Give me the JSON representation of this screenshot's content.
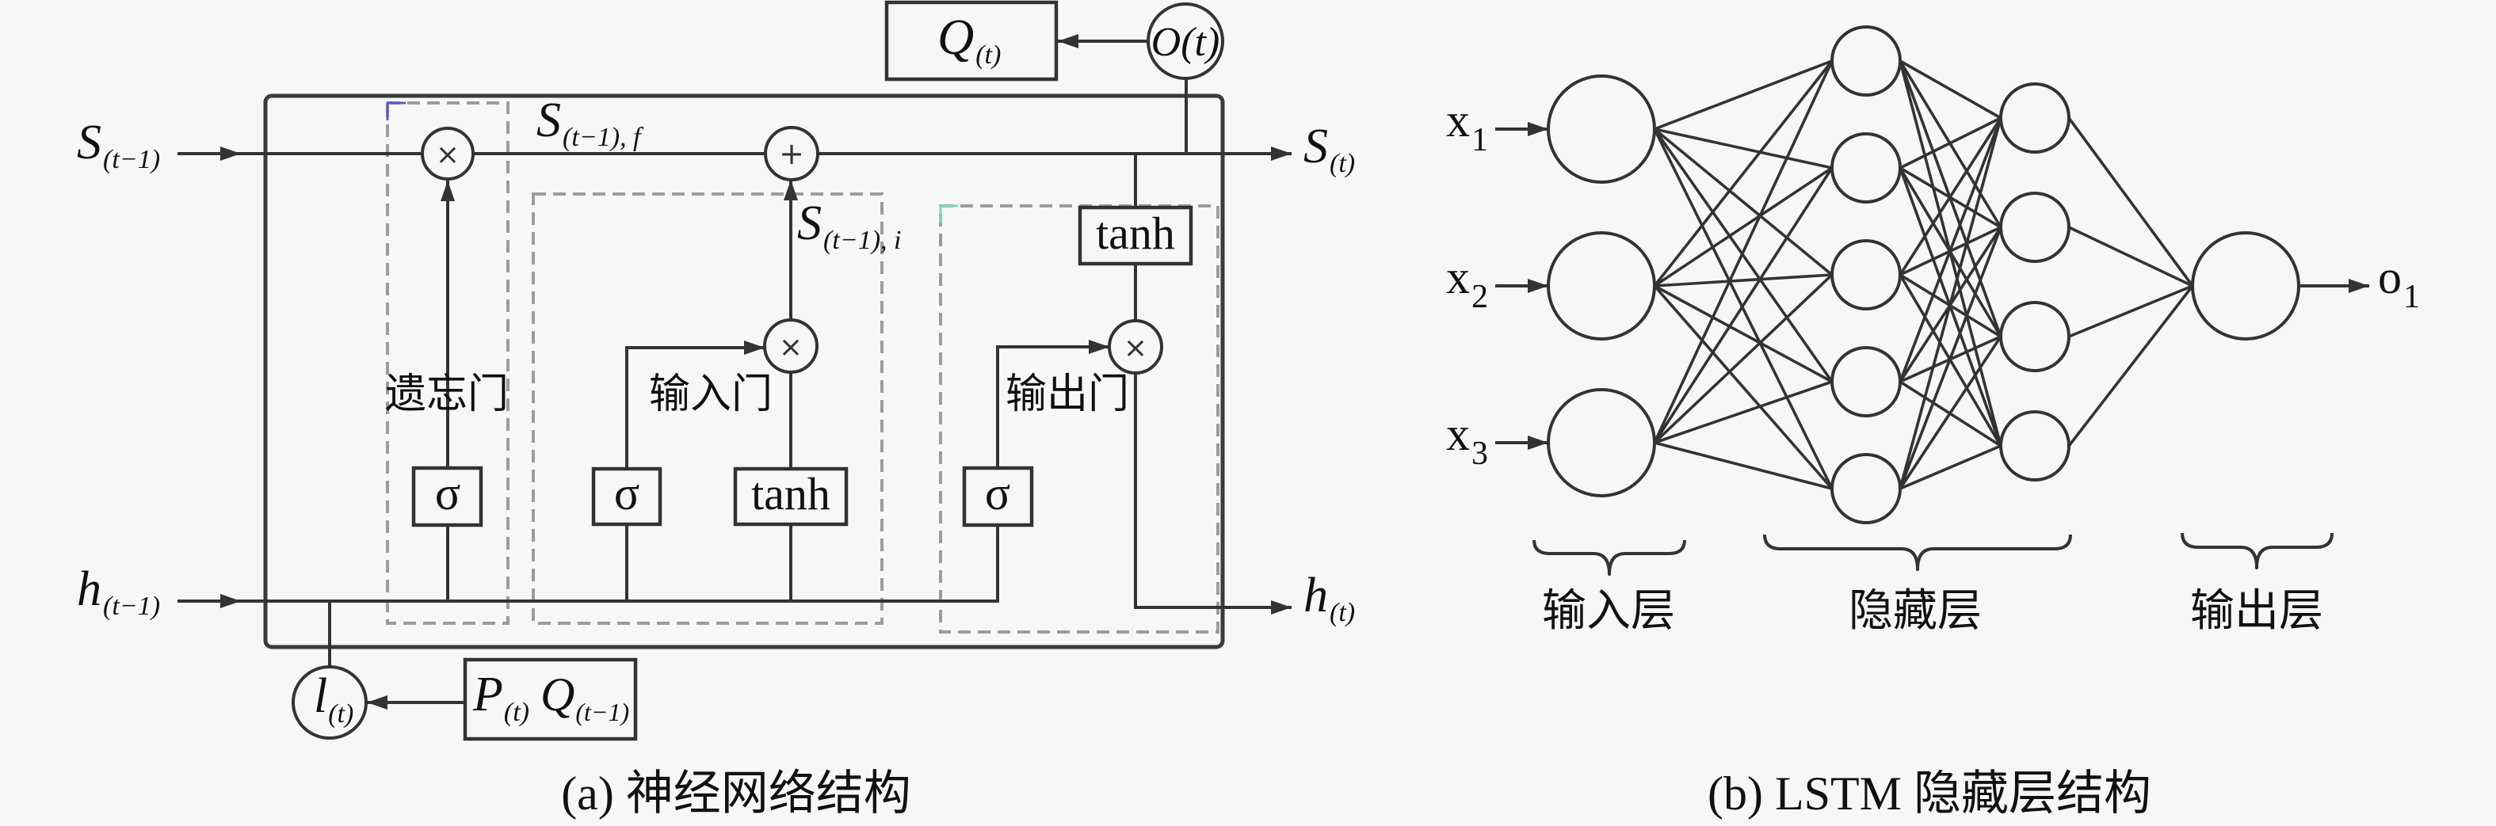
{
  "figure_a": {
    "caption": "(a) 神经网络结构",
    "s_prev": {
      "main": "S",
      "sub": "(t−1)"
    },
    "h_prev": {
      "main": "h",
      "sub": "(t−1)"
    },
    "s_out": {
      "main": "S",
      "sub": "(t)"
    },
    "h_out": {
      "main": "h",
      "sub": "(t)"
    },
    "s_forget": {
      "main": "S",
      "sub": "(t−1), f"
    },
    "s_input": {
      "main": "S",
      "sub": "(t−1), i"
    },
    "gates": {
      "forget": "遗忘门",
      "input": "输入门",
      "output": "输出门"
    },
    "ops": {
      "multiply": "×",
      "add": "+"
    },
    "activations": {
      "sigmoid": "σ",
      "tanh": "tanh"
    },
    "o_node": "O(t)",
    "q_out": {
      "main": "Q",
      "sub": "(t)"
    },
    "l_node": {
      "main": "l",
      "sub": "(t)"
    },
    "pq_input": {
      "p": "P",
      "p_sub": "(t)",
      "q": "Q",
      "q_sub": "(t−1)"
    }
  },
  "figure_b": {
    "caption": "(b) LSTM 隐藏层结构",
    "inputs": [
      {
        "main": "x",
        "sub": "1"
      },
      {
        "main": "x",
        "sub": "2"
      },
      {
        "main": "x",
        "sub": "3"
      }
    ],
    "outputs": [
      {
        "main": "o",
        "sub": "1"
      }
    ],
    "layer_sizes": {
      "input": 3,
      "hidden": [
        5,
        4
      ],
      "output": 1
    },
    "layer_labels": {
      "input": "输入层",
      "hidden": "隐藏层",
      "output": "输出层"
    }
  },
  "colors": {
    "background": "#f7f7f7",
    "stroke": "#333333",
    "dashed": "#9c9c9c",
    "forget_corner": "#5a5acb",
    "output_corner": "#7fd8c0"
  }
}
